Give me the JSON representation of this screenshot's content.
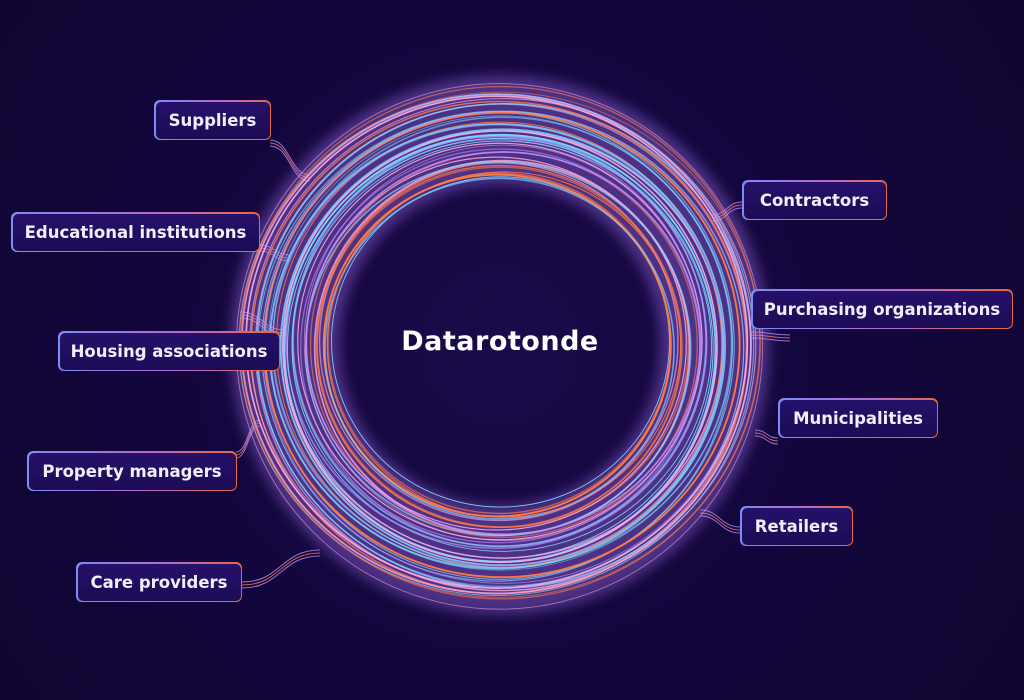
{
  "center": {
    "title": "Datarotonde"
  },
  "left_labels": [
    "Suppliers",
    "Educational institutions",
    "Housing associations",
    "Property managers",
    "Care providers"
  ],
  "right_labels": [
    "Contractors",
    "Purchasing organizations",
    "Municipalities",
    "Retailers"
  ],
  "colors": {
    "background": "#12063a",
    "box": "#1f0d5c",
    "ring_blue": "#7fd4ff",
    "ring_orange": "#ff7a45",
    "ring_violet": "#b98cff",
    "ring_pink": "#f4a6e0"
  }
}
